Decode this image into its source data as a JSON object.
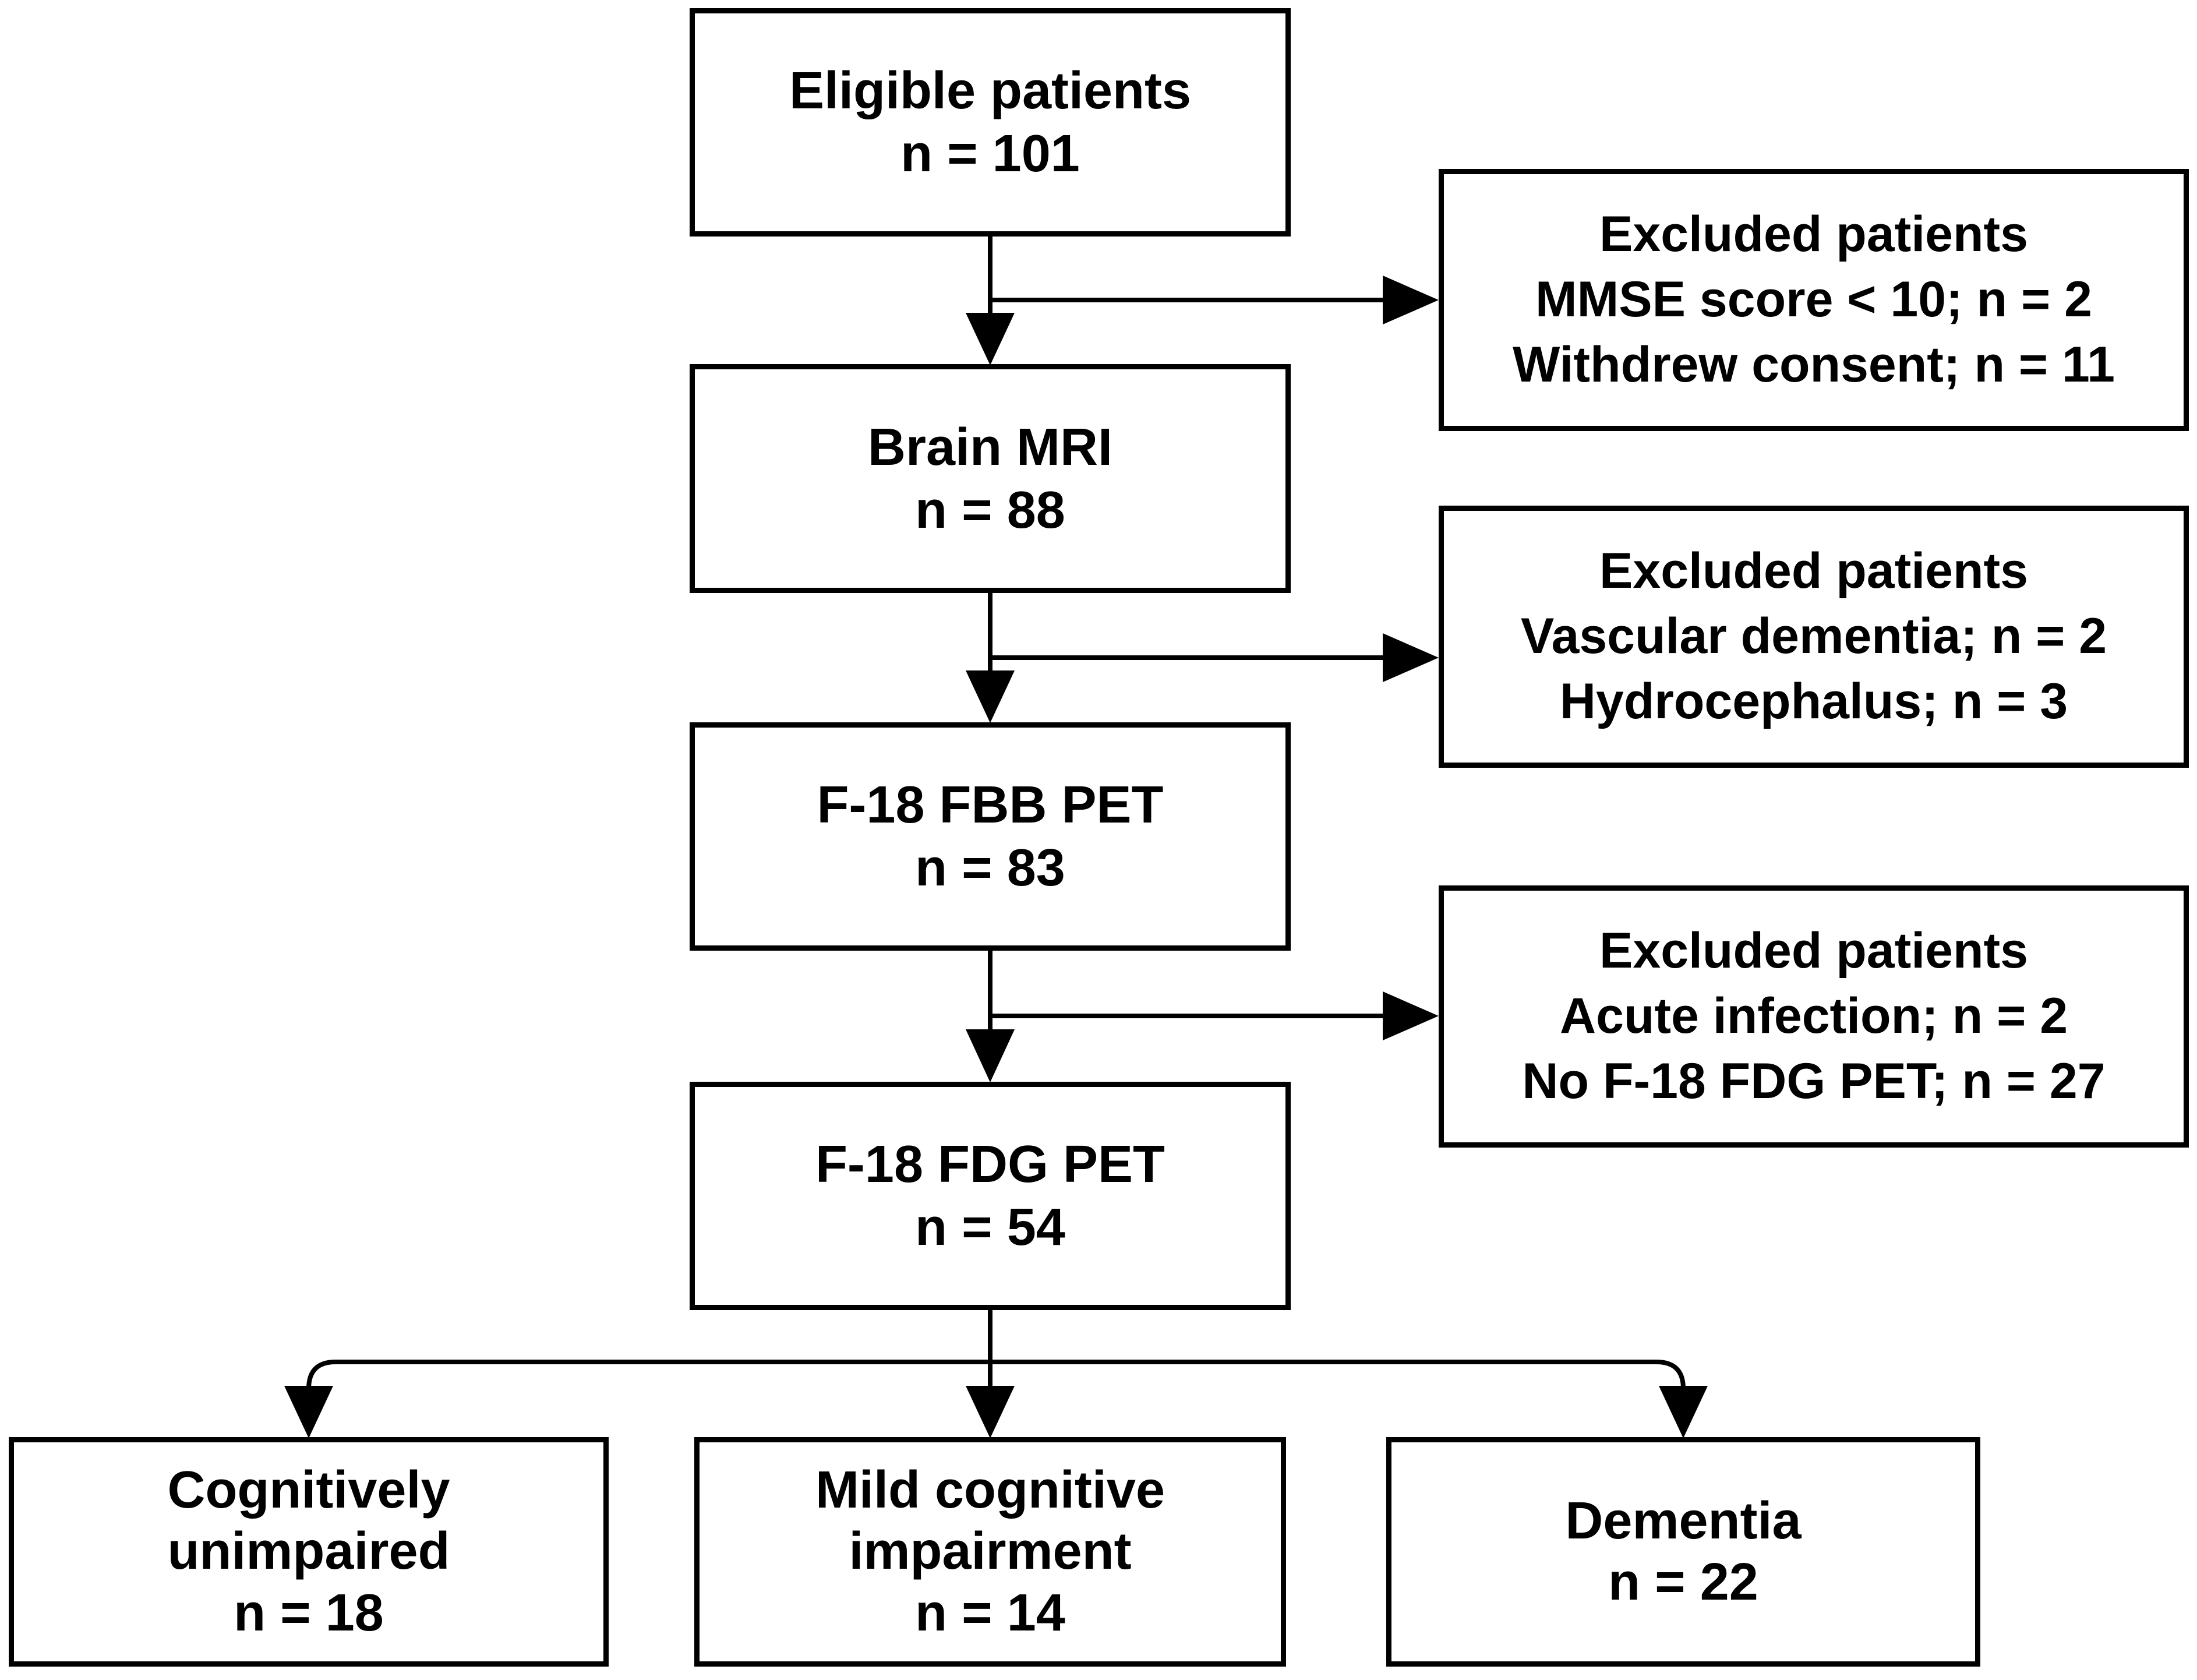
{
  "figure": {
    "type": "flowchart",
    "background_color": "#ffffff",
    "line_color": "#000000",
    "text_color": "#000000",
    "box_fill": "#ffffff",
    "main_flow": [
      {
        "label": "Eligible patients",
        "count": "n = 101"
      },
      {
        "label": "Brain MRI",
        "count": "n = 88"
      },
      {
        "label": "F-18 FBB PET",
        "count": "n = 83"
      },
      {
        "label": "F-18 FDG PET",
        "count": "n = 54"
      }
    ],
    "exclusions": [
      {
        "title": "Excluded patients",
        "reasons": [
          "MMSE score < 10; n = 2",
          "Withdrew consent; n = 11"
        ]
      },
      {
        "title": "Excluded patients",
        "reasons": [
          "Vascular dementia; n = 2",
          "Hydrocephalus; n = 3"
        ]
      },
      {
        "title": "Excluded patients",
        "reasons": [
          "Acute infection; n = 2",
          "No F-18 FDG PET; n = 27"
        ]
      }
    ],
    "outcomes": [
      {
        "label": "Cognitively unimpaired",
        "count": "n = 18"
      },
      {
        "label": "Mild cognitive impairment",
        "count": "n = 14"
      },
      {
        "label": "Dementia",
        "count": "n = 22"
      }
    ]
  }
}
